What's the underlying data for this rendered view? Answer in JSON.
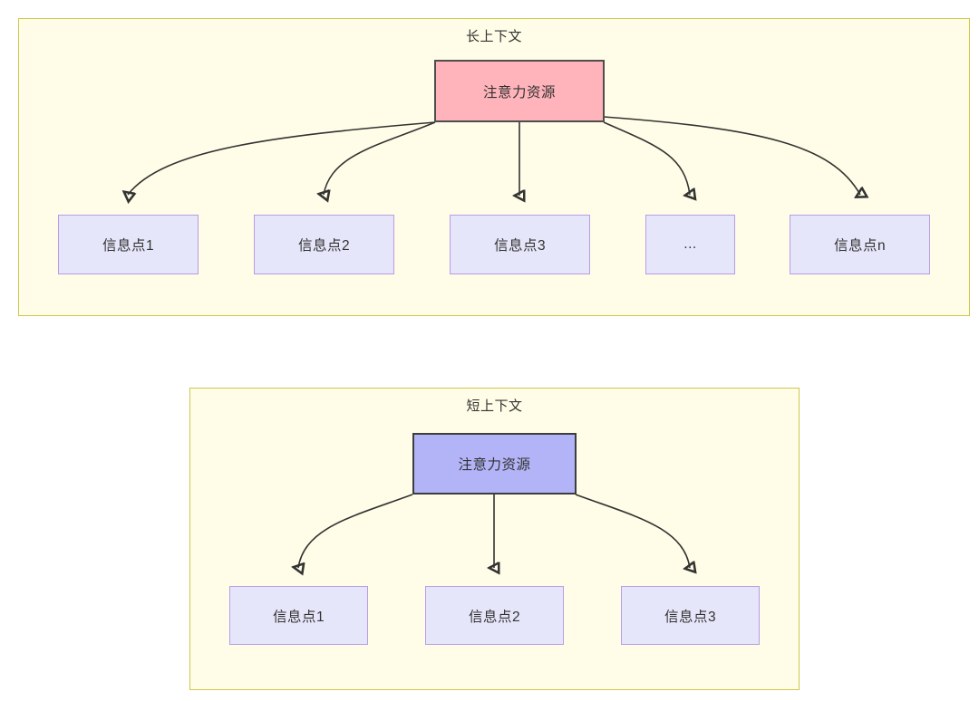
{
  "diagram": {
    "type": "node-edge-tree",
    "background_color": "#ffffff",
    "groups": [
      {
        "id": "long-context",
        "title": "长上下文",
        "fill_color": "#fffde7",
        "border_color": "#cfc84a",
        "root": {
          "label": "注意力资源",
          "fill_color": "#ffb3ba",
          "border_color": "#4d4d4d"
        },
        "children": [
          {
            "label": "信息点1",
            "fill_color": "#e6e6fa",
            "border_color": "#b79ce8"
          },
          {
            "label": "信息点2",
            "fill_color": "#e6e6fa",
            "border_color": "#b79ce8"
          },
          {
            "label": "信息点3",
            "fill_color": "#e6e6fa",
            "border_color": "#b79ce8"
          },
          {
            "label": "...",
            "fill_color": "#e6e6fa",
            "border_color": "#b79ce8"
          },
          {
            "label": "信息点n",
            "fill_color": "#e6e6fa",
            "border_color": "#b79ce8"
          }
        ]
      },
      {
        "id": "short-context",
        "title": "短上下文",
        "fill_color": "#fffde7",
        "border_color": "#cfc84a",
        "root": {
          "label": "注意力资源",
          "fill_color": "#b3b3f7",
          "border_color": "#3d3d3d"
        },
        "children": [
          {
            "label": "信息点1",
            "fill_color": "#e6e6fa",
            "border_color": "#b79ce8"
          },
          {
            "label": "信息点2",
            "fill_color": "#e6e6fa",
            "border_color": "#b79ce8"
          },
          {
            "label": "信息点3",
            "fill_color": "#e6e6fa",
            "border_color": "#b79ce8"
          }
        ]
      }
    ],
    "edge_color": "#333333"
  }
}
